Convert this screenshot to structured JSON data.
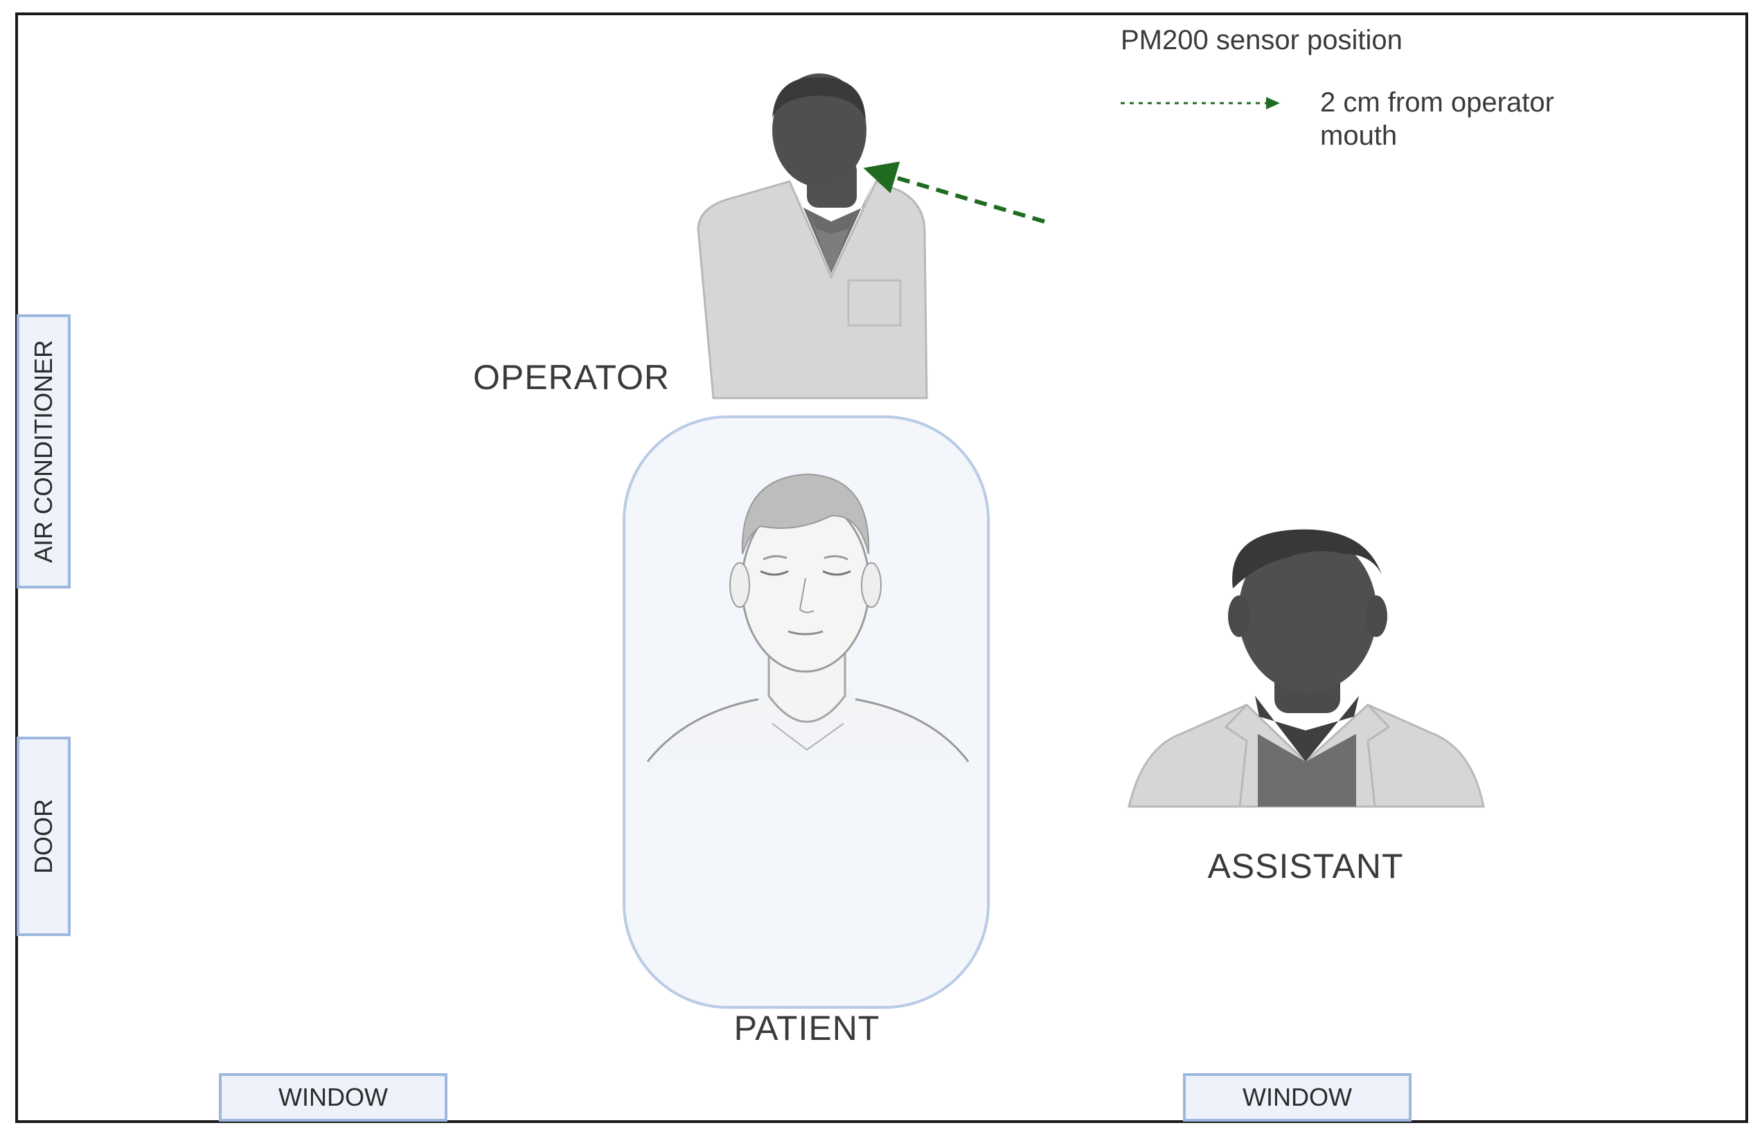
{
  "legend": {
    "title": "PM200 sensor position",
    "entry_line1": "2 cm from operator",
    "entry_line2": "mouth",
    "arrow_color": "#1f6b1f"
  },
  "people": {
    "operator": "OPERATOR",
    "patient": "PATIENT",
    "assistant": "ASSISTANT"
  },
  "fixtures": {
    "air_conditioner": "AIR CONDITIONER",
    "door": "DOOR",
    "window_left": "WINDOW",
    "window_right": "WINDOW"
  },
  "colors": {
    "silhouette": "#4d4d4d",
    "coat": "#d9d9d9",
    "fixture_fill": "#eef3fb",
    "fixture_border": "#9db7df",
    "room_border": "#1a1a1a"
  }
}
